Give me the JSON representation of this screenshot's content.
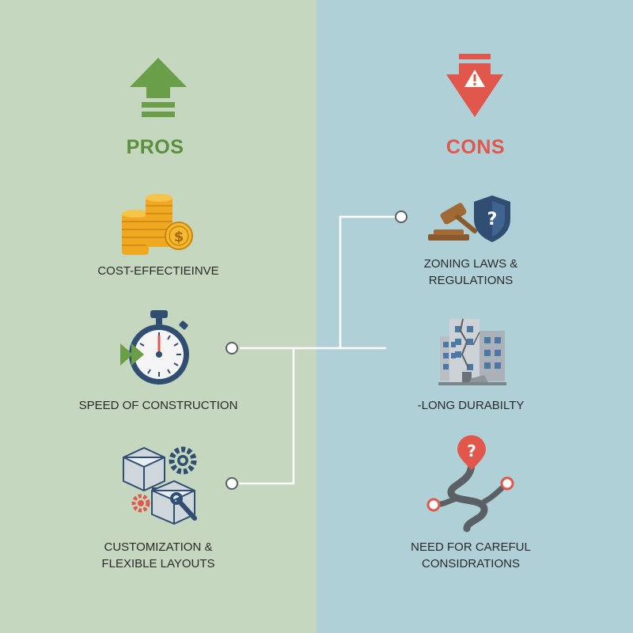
{
  "pros": {
    "title": "PROS",
    "title_color": "#5a8f3e",
    "items": [
      {
        "icon": "coin-stack-icon",
        "lines": [
          "COST-EFFECTIEINVE"
        ]
      },
      {
        "icon": "stopwatch-icon",
        "lines": [
          "SPEED OF CONSTRUCTION"
        ]
      },
      {
        "icon": "modular-blocks-gears-icon",
        "lines": [
          "CUSTOMIZATION &",
          "FLEXIBLE LAYOUTS"
        ]
      }
    ]
  },
  "cons": {
    "title": "CONS",
    "title_color": "#e2574c",
    "items": [
      {
        "icon": "gavel-shield-icon",
        "lines": [
          "ZONING LAWS &",
          "REGULATIONS"
        ]
      },
      {
        "icon": "cracked-building-icon",
        "lines": [
          "-LONG DURABILTY"
        ]
      },
      {
        "icon": "winding-path-question-icon",
        "lines": [
          "NEED FOR CAREFUL",
          "CONSIDRATIONS"
        ]
      }
    ]
  },
  "colors": {
    "pros_background": "#c5d7be",
    "cons_background": "#b0d0d8",
    "pros_accent": "#5a8f3e",
    "cons_accent": "#e2574c"
  }
}
